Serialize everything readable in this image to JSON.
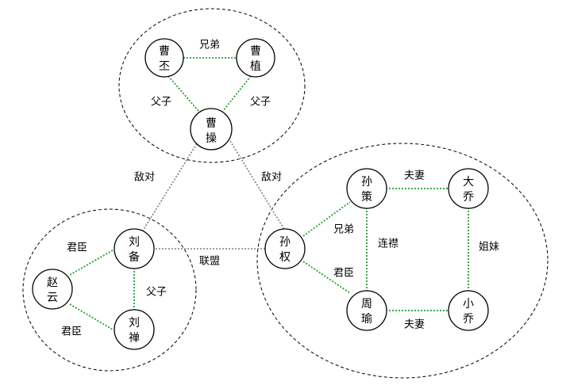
{
  "colors": {
    "kin": "#22a02e",
    "rival": "#7f7f7f",
    "node_stroke": "#000000"
  },
  "nodes": {
    "caopi": [
      "曹",
      "丕"
    ],
    "caozhi": [
      "曹",
      "植"
    ],
    "caocao": [
      "曹",
      "操"
    ],
    "liubei": [
      "刘",
      "备"
    ],
    "zhaoyun": [
      "赵",
      "云"
    ],
    "liushan": [
      "刘",
      "禅"
    ],
    "sunquan": [
      "孙",
      "权"
    ],
    "sunce": [
      "孙",
      "策"
    ],
    "daqiao": [
      "大",
      "乔"
    ],
    "zhouyu": [
      "周",
      "瑜"
    ],
    "xiaoqiao": [
      "小",
      "乔"
    ]
  },
  "edges": {
    "caopi_caozhi": "兄弟",
    "caopi_caocao": "父子",
    "caozhi_caocao": "父子",
    "caocao_liubei": "敌对",
    "caocao_sunquan": "敌对",
    "liubei_zhaoyun": "君臣",
    "liubei_liushan": "父子",
    "zhaoyun_liushan": "君臣",
    "liubei_sunquan": "联盟",
    "sunquan_sunce": "兄弟",
    "sunquan_zhouyu": "君臣",
    "sunce_zhouyu": "连襟",
    "sunce_daqiao": "夫妻",
    "zhouyu_xiaoqiao": "夫妻",
    "daqiao_xiaoqiao": "姐妹"
  }
}
